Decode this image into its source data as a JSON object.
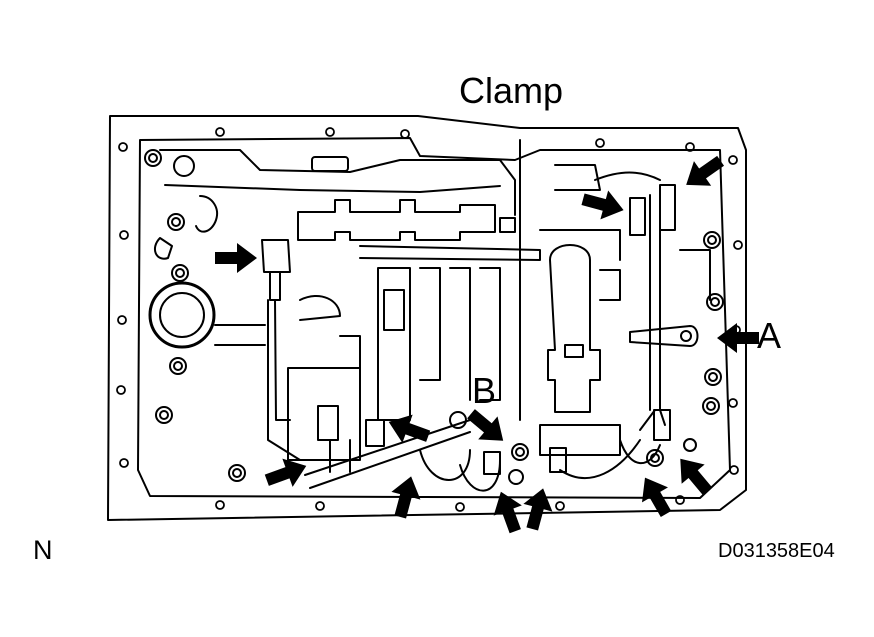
{
  "labels": {
    "clamp": "Clamp",
    "a": "A",
    "b": "B",
    "n": "N",
    "code": "D031358E04"
  },
  "colors": {
    "ink": "#000000",
    "paper": "#ffffff"
  }
}
